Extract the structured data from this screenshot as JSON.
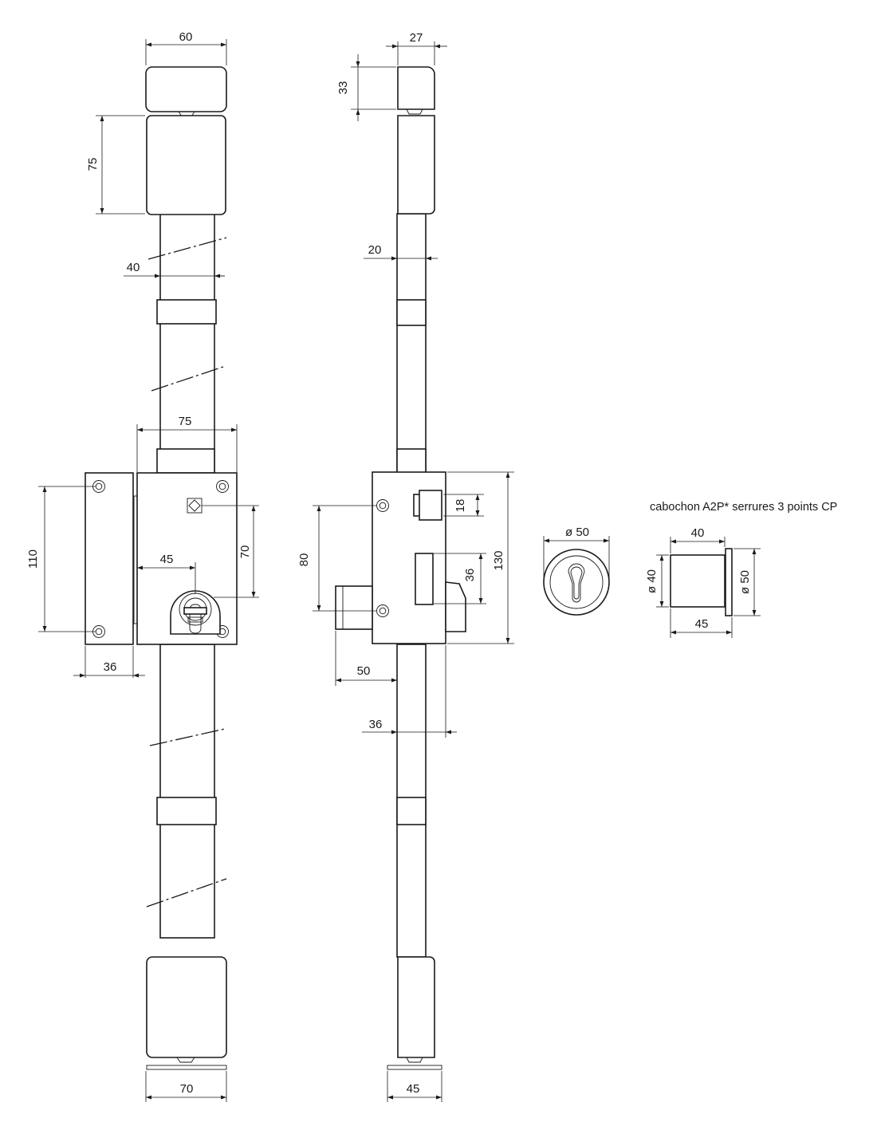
{
  "caption": "cabochon A2P* serrures 3 points CP",
  "front_view": {
    "dim_top_width": "60",
    "dim_top_box_height": "75",
    "dim_rod_width": "40",
    "dim_case_width": "75",
    "dim_keeper_height": "110",
    "dim_spindle_height": "70",
    "dim_cylinder_offset": "45",
    "dim_keeper_width": "36",
    "dim_bottom_width": "70"
  },
  "side_view": {
    "dim_top_width": "27",
    "dim_top_cap_height": "33",
    "dim_rod_width": "20",
    "dim_bolt_height": "18",
    "dim_screw_spacing": "80",
    "dim_case_height": "130",
    "dim_latch_height": "36",
    "dim_cylinder_projection": "50",
    "dim_depth": "36",
    "dim_bottom_width": "45"
  },
  "rosette": {
    "dim_diameter": "ø 50"
  },
  "cabochon": {
    "dim_length": "40",
    "dim_body_diameter": "ø 40",
    "dim_flange_diameter": "ø 50",
    "dim_total_length": "45"
  },
  "icons": [
    "screw-icon",
    "keyhole-icon",
    "spindle-icon"
  ],
  "colors": {
    "line": "#1a1a1a",
    "background": "#ffffff"
  }
}
